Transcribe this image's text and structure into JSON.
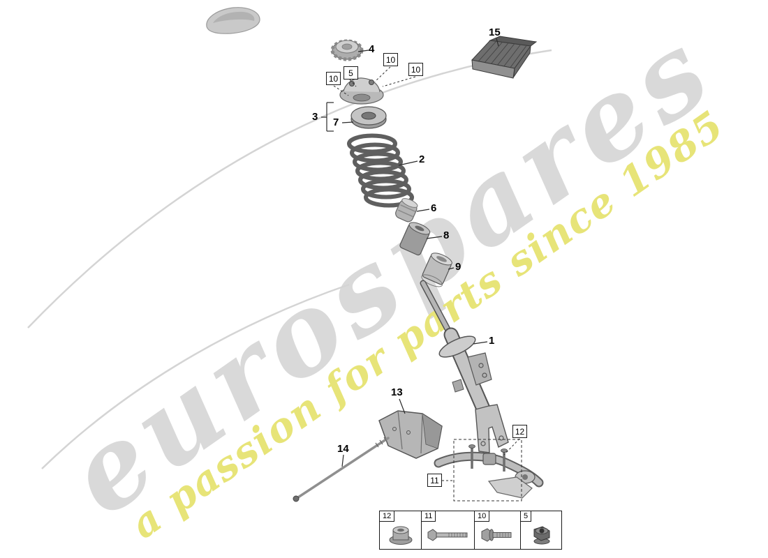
{
  "page": {
    "background": "#ffffff"
  },
  "watermark": {
    "brand": "eurospares",
    "tagline": "a passion for parts since 1985",
    "brand_color": "#d9d9d9",
    "tagline_color": "#e7e478"
  },
  "callouts": {
    "c1": "1",
    "c2": "2",
    "c3": "3",
    "c4": "4",
    "c5": "5",
    "c6": "6",
    "c7": "7",
    "c8": "8",
    "c9": "9",
    "c10": "10",
    "c11": "11",
    "c12": "12",
    "c13": "13",
    "c14": "14",
    "c15": "15"
  },
  "legend": {
    "items": [
      {
        "number": "12",
        "icon": "flange-nut-icon"
      },
      {
        "number": "11",
        "icon": "long-hex-bolt-icon"
      },
      {
        "number": "10",
        "icon": "short-hex-bolt-icon"
      },
      {
        "number": "5",
        "icon": "hex-nut-icon"
      }
    ]
  }
}
